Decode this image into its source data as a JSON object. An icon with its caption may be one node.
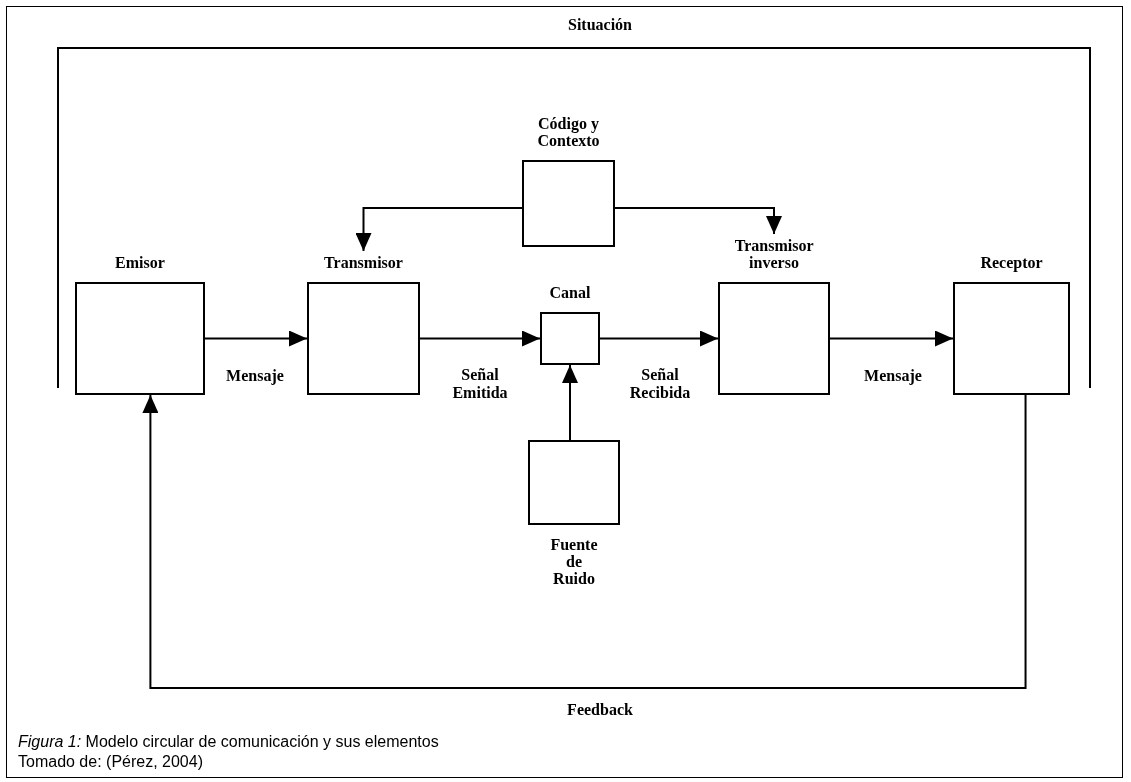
{
  "diagram": {
    "caption": "*Figura 1:* Modelo circular de comunicación y sus elementos",
    "nodes": [
      {
        "text": [
          "Código y Contexto"
        ]
      },
      {
        "text": [
          "Emisor"
        ]
      },
      {
        "text": [
          "Transmisor"
        ]
      },
      {
        "text": [
          "Canal"
        ]
      },
      {
        "text": [
          "Transmisor inverso"
        ]
      },
      {
        "text": [
          "Receptor"
        ]
      },
      {
        "text": [
          "Fuente de Ruido"
        ]
      }
    ],
    "edges": [
      {
        "from": 1,
        "to": 2,
        "arrow": "to",
        "label": "Mensaje"
      },
      {
        "from": 2,
        "to": 3,
        "arrow": "to",
        "label": "Señal Emitida"
      },
      {
        "from": 3,
        "to": 4,
        "arrow": "to",
        "label": "Señal Recibida"
      },
      {
        "from": 4,
        "to": 5,
        "arrow": "to",
        "label": "Mensaje"
      },
      {
        "from": 6,
        "to": 3,
        "arrow": "to"
      },
      {
        "from": 0,
        "to": 2,
        "arrow": "to"
      },
      {
        "from": 0,
        "to": 4,
        "arrow": "to"
      },
      {
        "from": 5,
        "to": 1,
        "arrow": "to",
        "label": "Feedback"
      }
    ],
    "labels": [
      "Situación",
      "Tomado de: (Pérez, 2004)"
    ]
  }
}
